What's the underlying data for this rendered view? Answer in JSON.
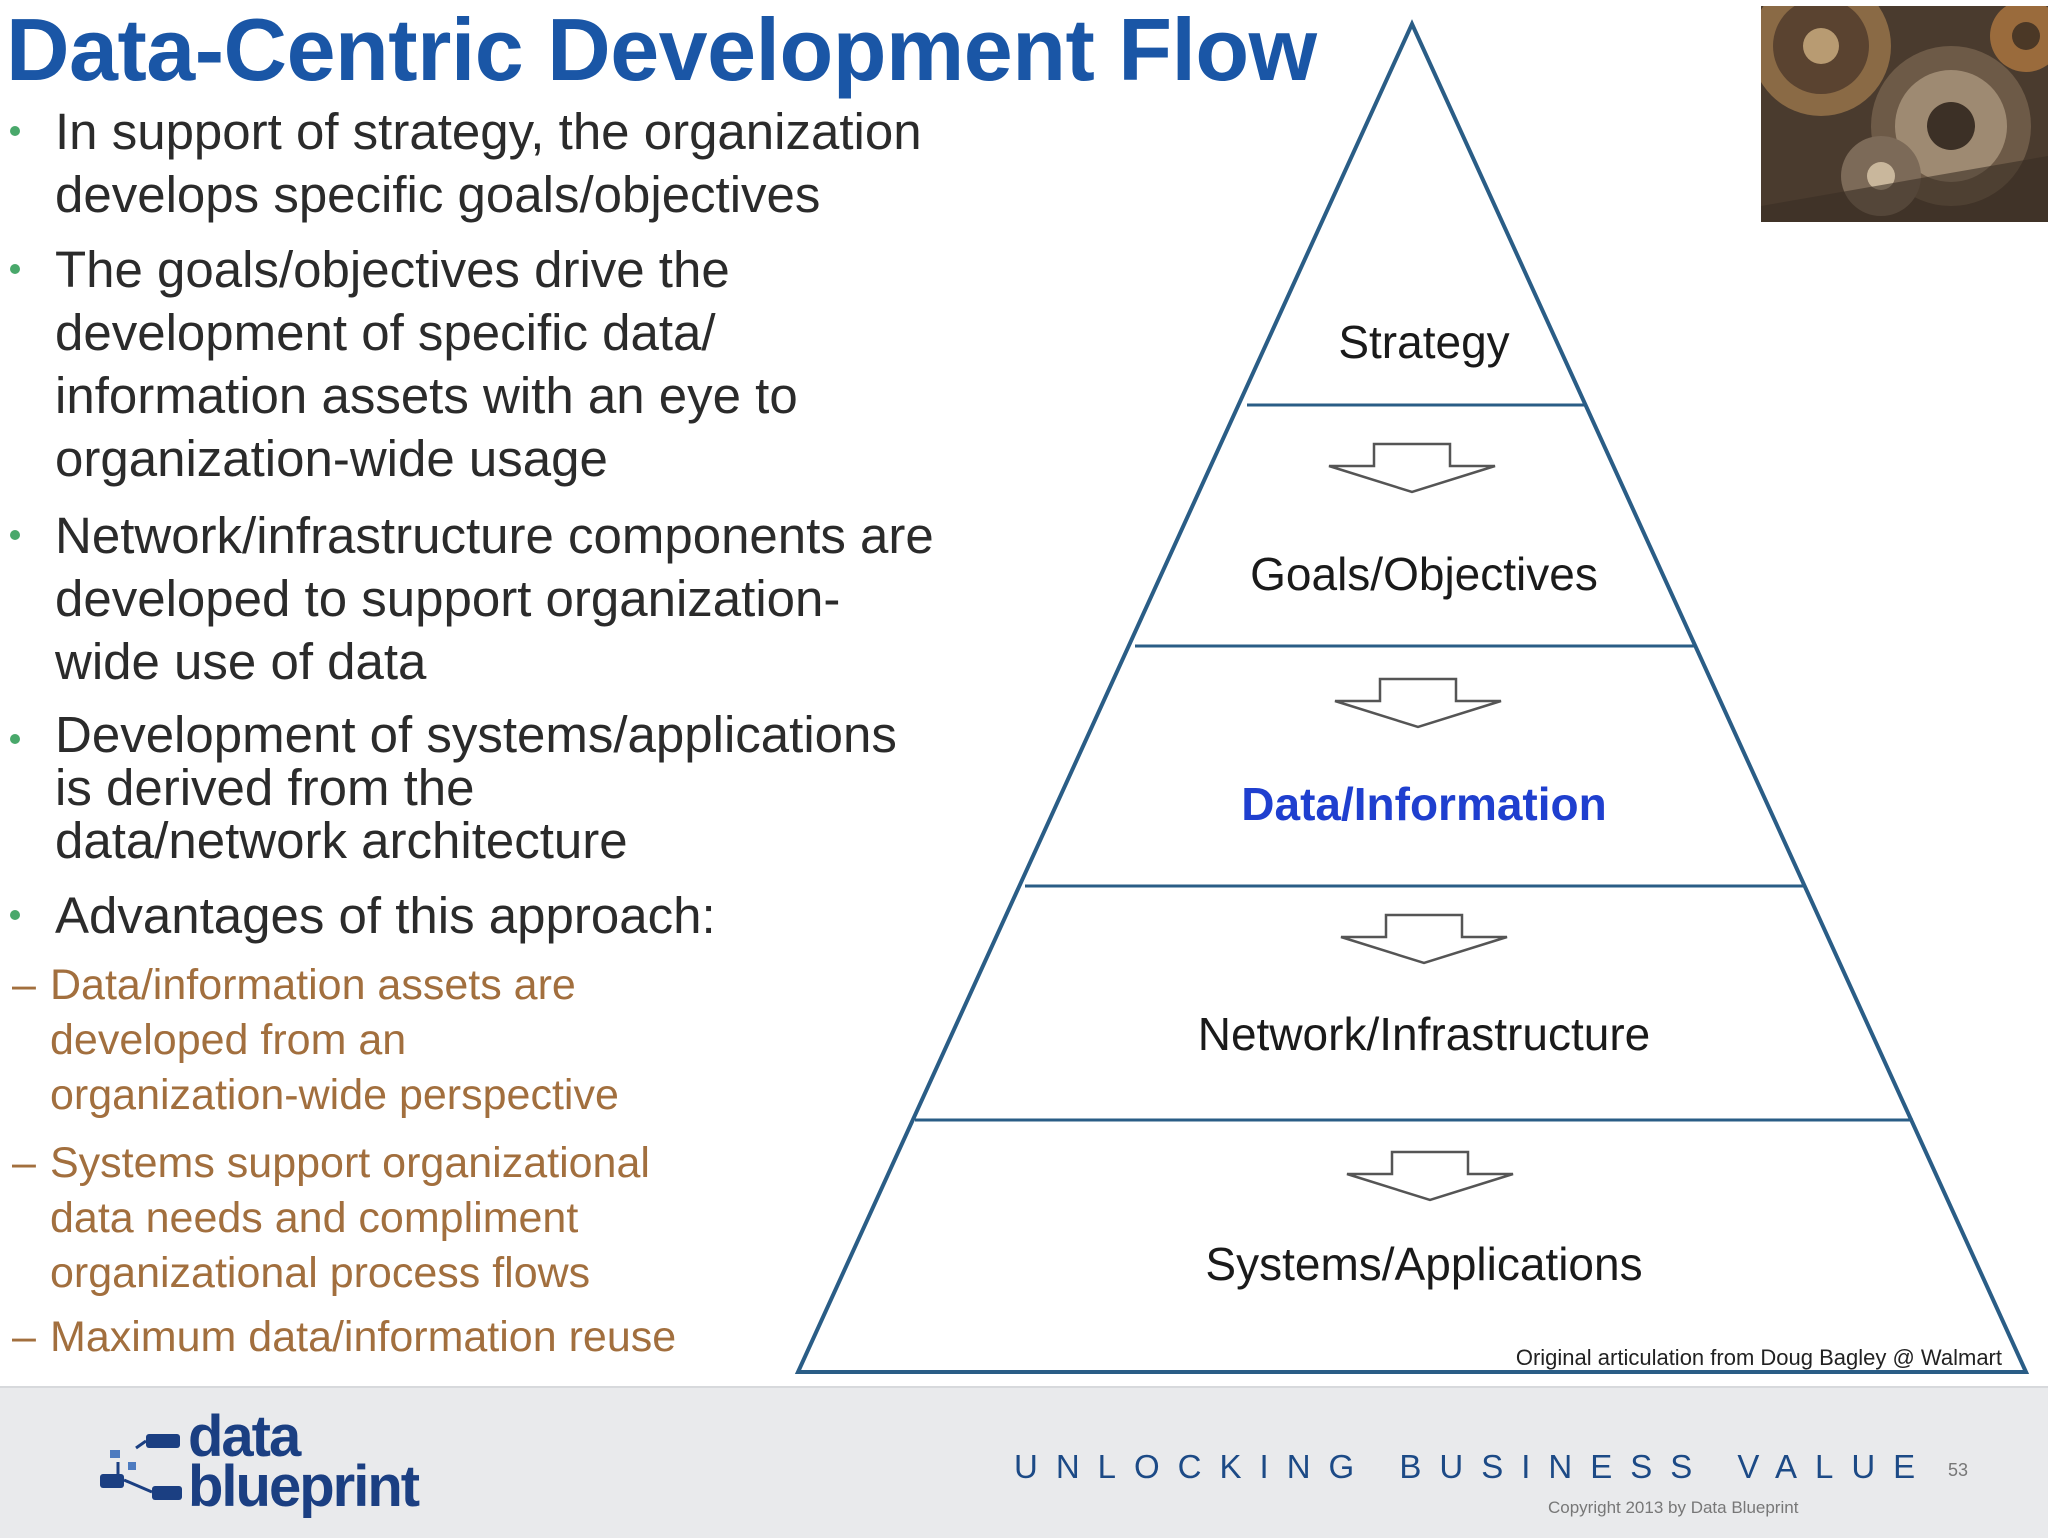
{
  "title": "Data-Centric Development Flow",
  "bullets": [
    {
      "lines": [
        "In support of strategy, the organization",
        "develops specific goals/objectives"
      ]
    },
    {
      "lines": [
        "The goals/objectives drive the",
        "development of specific data/",
        "information assets with an eye to",
        "organization-wide usage"
      ]
    },
    {
      "lines": [
        "Network/infrastructure components are",
        "developed to support organization-",
        "wide use of data"
      ]
    },
    {
      "lines": [
        "Development of systems/applications",
        "is derived from the",
        "data/network architecture"
      ]
    },
    {
      "lines": [
        "Advantages of this approach:"
      ]
    }
  ],
  "sub_bullets": [
    {
      "lines": [
        "Data/information assets are",
        "developed from an",
        "organization-wide perspective"
      ]
    },
    {
      "lines": [
        "Systems support organizational",
        "data needs and compliment",
        "organizational process flows"
      ]
    },
    {
      "lines": [
        "Maximum data/information reuse"
      ]
    }
  ],
  "pyramid": {
    "levels": [
      "Strategy",
      "Goals/Objectives",
      "Data/Information",
      "Network/Infrastructure",
      "Systems/Applications"
    ],
    "highlighted": "Data/Information",
    "highlight_color": "#1f3fcf",
    "credit": "Original articulation from Doug Bagley @ Walmart"
  },
  "footer": {
    "logo_line1": "data",
    "logo_line2": "blueprint",
    "tagline": "UNLOCKING BUSINESS VALUE",
    "copyright": "Copyright 2013 by Data Blueprint",
    "page_number": "53"
  },
  "colors": {
    "title": "#1a56a6",
    "bullet_dot": "#49a86b",
    "sub_text": "#a26f3e",
    "pyramid_stroke": "#2a5d86"
  },
  "icons": {
    "photo": "gears-photo",
    "arrow": "down-arrow-icon",
    "logo": "data-blueprint-logo"
  }
}
